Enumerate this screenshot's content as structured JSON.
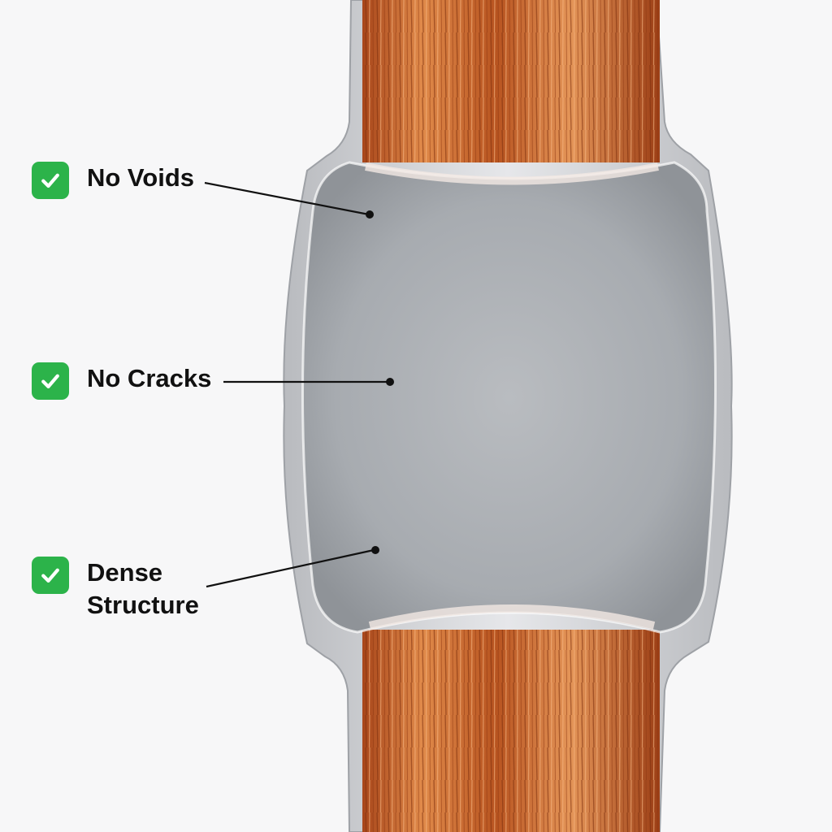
{
  "callouts": [
    {
      "id": "no-voids",
      "lines": [
        "No Voids"
      ],
      "status": "check"
    },
    {
      "id": "no-cracks",
      "lines": [
        "No Cracks"
      ],
      "status": "check"
    },
    {
      "id": "dense-structure",
      "lines": [
        "Dense",
        "Structure"
      ],
      "status": "check"
    }
  ],
  "colors": {
    "check_badge": "#2cb34a",
    "check_mark": "#ffffff",
    "background": "#f7f7f8",
    "copper": "#c8642a",
    "weld_metal": "#a9adb2",
    "sleeve_metal": "#d8d9dc",
    "leader_line": "#111111"
  }
}
